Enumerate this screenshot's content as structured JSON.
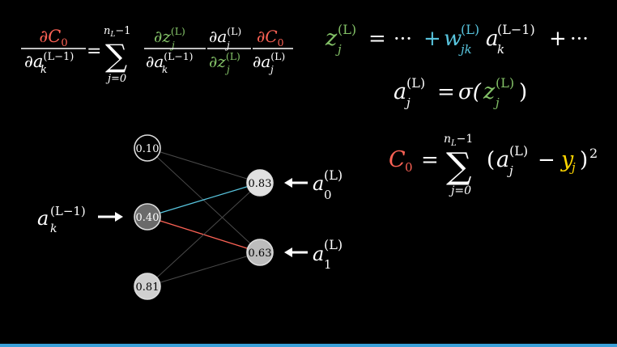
{
  "colors": {
    "background": "#000000",
    "text": "#ffffff",
    "red": "#fc6255",
    "green": "#83c167",
    "blue": "#58c4dd",
    "yellow": "#ffd700",
    "node_light": "#e0e0e0",
    "node_mid": "#bcbcbc",
    "node_dark": "#6a6a6a",
    "edge_faint": "#4a4a4a",
    "progress_bar": "#3aa0d8"
  },
  "network": {
    "input_nodes": [
      "0.10",
      "0.40",
      "0.81"
    ],
    "output_nodes": [
      "0.83",
      "0.63"
    ],
    "input_label": {
      "base": "a",
      "sup": "(L−1)",
      "sub": "k"
    },
    "output_labels": [
      {
        "base": "a",
        "sup": "(L)",
        "sub": "0"
      },
      {
        "base": "a",
        "sup": "(L)",
        "sub": "1"
      }
    ]
  },
  "equations": {
    "chain_rule": {
      "lhs": {
        "num": "∂C",
        "num_sub": "0",
        "den": "∂a",
        "den_sub": "k",
        "den_sup": "(L−1)"
      },
      "equals": "=",
      "sum": {
        "symbol": "∑",
        "top": "n",
        "top_sub": "L",
        "top_tail": "−1",
        "bottom": "j=0"
      },
      "terms": [
        {
          "num": "∂z",
          "num_sub": "j",
          "num_sup": "(L)",
          "den": "∂a",
          "den_sub": "k",
          "den_sup": "(L−1)"
        },
        {
          "num": "∂a",
          "num_sub": "j",
          "num_sup": "(L)",
          "den": "∂z",
          "den_sub": "j",
          "den_sup": "(L)"
        },
        {
          "num": "∂C",
          "num_sub": "0",
          "den": "∂a",
          "den_sub": "j",
          "den_sup": "(L)"
        }
      ]
    },
    "z_def": {
      "z": "z",
      "z_sub": "j",
      "z_sup": "(L)",
      "eq": "=",
      "dots": "···",
      "plus": "+",
      "w": "w",
      "w_sub": "jk",
      "w_sup": "(L)",
      "a": "a",
      "a_sub": "k",
      "a_sup": "(L−1)"
    },
    "a_def": {
      "a": "a",
      "a_sub": "j",
      "a_sup": "(L)",
      "eq": "=",
      "sigma": "σ(",
      "z": "z",
      "z_sub": "j",
      "z_sup": "(L)",
      "close": ")"
    },
    "cost_def": {
      "C": "C",
      "C_sub": "0",
      "eq": "=",
      "sum": "∑",
      "top": "n",
      "top_sub": "L",
      "top_tail": "−1",
      "bottom": "j=0",
      "open": "(",
      "a": "a",
      "a_sub": "j",
      "a_sup": "(L)",
      "minus": "−",
      "y": "y",
      "y_sub": "j",
      "close": ")",
      "power": "2"
    }
  }
}
